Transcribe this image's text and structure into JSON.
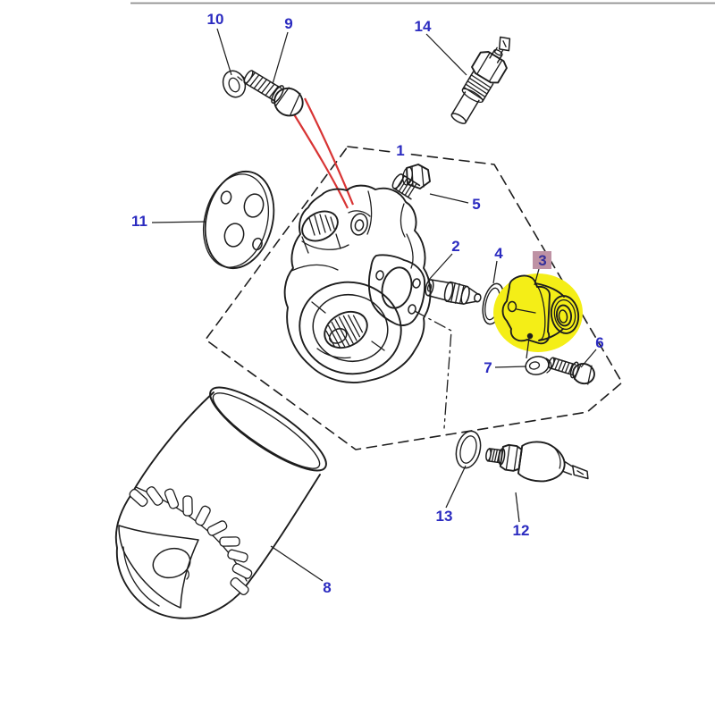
{
  "figure": {
    "type": "exploded-parts-diagram",
    "description": "Oil filter head, adapter and senders - exploded view with numbered callouts",
    "colors": {
      "background": "#ffffff",
      "line": "#1d1d1d",
      "label_text": "#2b2bc0",
      "selected_label_text": "#34309b",
      "selected_label_bg": "#be92a4",
      "highlight_fill": "#f4ee17",
      "red_leader": "#d83434",
      "top_rule": "#8f8f8f"
    },
    "callouts": [
      {
        "number": "10",
        "part": "spring-washer",
        "selected": false
      },
      {
        "number": "9",
        "part": "hex-bolt",
        "selected": false
      },
      {
        "number": "14",
        "part": "temperature-transmitter",
        "selected": false
      },
      {
        "number": "1",
        "part": "filter-head-assembly-outline",
        "selected": false
      },
      {
        "number": "5",
        "part": "hex-plug",
        "selected": false
      },
      {
        "number": "11",
        "part": "gasket-plate",
        "selected": false
      },
      {
        "number": "2",
        "part": "relief-valve",
        "selected": false
      },
      {
        "number": "4",
        "part": "seal",
        "selected": false
      },
      {
        "number": "3",
        "part": "filter-adapter",
        "selected": true
      },
      {
        "number": "6",
        "part": "hex-bolt",
        "selected": false
      },
      {
        "number": "7",
        "part": "washer",
        "selected": false
      },
      {
        "number": "13",
        "part": "sealing-washer",
        "selected": false
      },
      {
        "number": "12",
        "part": "oil-pressure-switch",
        "selected": false
      },
      {
        "number": "8",
        "part": "oil-filter",
        "selected": false
      }
    ]
  }
}
